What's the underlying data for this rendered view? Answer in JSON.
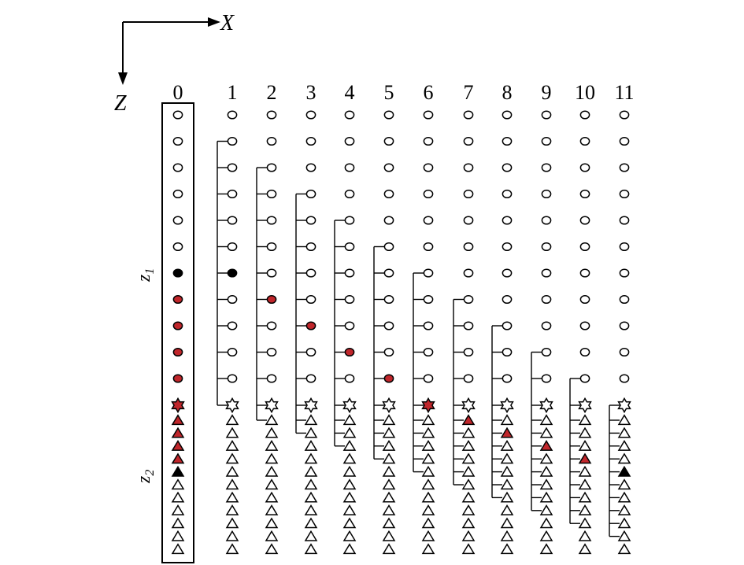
{
  "axes": {
    "x_label": "X",
    "z_label": "Z"
  },
  "zones": {
    "z1": {
      "main": "z",
      "sub": "1"
    },
    "z2": {
      "main": "z",
      "sub": "2"
    }
  },
  "columns": [
    "0",
    "1",
    "2",
    "3",
    "4",
    "5",
    "6",
    "7",
    "8",
    "9",
    "10",
    "11"
  ],
  "grid": {
    "upper_rows": 11,
    "lower_rows": 1,
    "triangle_rows": 11
  },
  "colors": {
    "stroke": "#000000",
    "red_fill": "#c0262b",
    "black_fill": "#000000",
    "white_fill": "#ffffff"
  },
  "highlighted_cells": [
    {
      "col": 0,
      "row": 6,
      "fill": "black"
    },
    {
      "col": 0,
      "row": 7,
      "fill": "red"
    },
    {
      "col": 0,
      "row": 8,
      "fill": "red"
    },
    {
      "col": 0,
      "row": 9,
      "fill": "red"
    },
    {
      "col": 0,
      "row": 10,
      "fill": "red"
    },
    {
      "col": 0,
      "row": 11,
      "fill": "red"
    },
    {
      "col": 0,
      "row": 12,
      "fill": "red"
    },
    {
      "col": 0,
      "row": 13,
      "fill": "red"
    },
    {
      "col": 0,
      "row": 14,
      "fill": "red"
    },
    {
      "col": 0,
      "row": 15,
      "fill": "red"
    },
    {
      "col": 0,
      "row": 16,
      "fill": "black"
    },
    {
      "col": 1,
      "row": 6,
      "fill": "black"
    },
    {
      "col": 2,
      "row": 7,
      "fill": "red"
    },
    {
      "col": 3,
      "row": 8,
      "fill": "red"
    },
    {
      "col": 4,
      "row": 9,
      "fill": "red"
    },
    {
      "col": 5,
      "row": 10,
      "fill": "red"
    },
    {
      "col": 6,
      "row": 11,
      "fill": "red"
    },
    {
      "col": 7,
      "row": 12,
      "fill": "red"
    },
    {
      "col": 8,
      "row": 13,
      "fill": "red"
    },
    {
      "col": 9,
      "row": 14,
      "fill": "red"
    },
    {
      "col": 10,
      "row": 15,
      "fill": "red"
    },
    {
      "col": 11,
      "row": 16,
      "fill": "black"
    }
  ],
  "brackets": [
    {
      "col": 1,
      "from_row": 1,
      "to_row": 11
    },
    {
      "col": 2,
      "from_row": 2,
      "to_row": 12
    },
    {
      "col": 3,
      "from_row": 3,
      "to_row": 13
    },
    {
      "col": 4,
      "from_row": 4,
      "to_row": 14
    },
    {
      "col": 5,
      "from_row": 5,
      "to_row": 15
    },
    {
      "col": 6,
      "from_row": 6,
      "to_row": 16
    },
    {
      "col": 7,
      "from_row": 7,
      "to_row": 17
    },
    {
      "col": 8,
      "from_row": 8,
      "to_row": 18
    },
    {
      "col": 9,
      "from_row": 9,
      "to_row": 19
    },
    {
      "col": 10,
      "from_row": 10,
      "to_row": 20
    },
    {
      "col": 11,
      "from_row": 11,
      "to_row": 21
    }
  ]
}
